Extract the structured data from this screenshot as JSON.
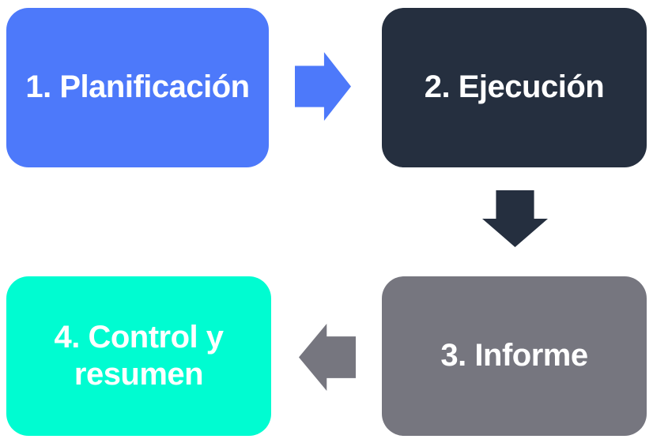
{
  "diagram": {
    "background_color": "#ffffff",
    "text_color": "#ffffff",
    "steps": [
      {
        "label": "1. Planificación",
        "color": "#4d79fa",
        "position": "top-left"
      },
      {
        "label": "2. Ejecución",
        "color": "#252f3f",
        "position": "top-right"
      },
      {
        "label": "3. Informe",
        "color": "#76767f",
        "position": "bottom-right"
      },
      {
        "label": "4. Control y resumen",
        "color": "#00fcd1",
        "position": "bottom-left"
      }
    ],
    "arrows": [
      {
        "name": "arrow-right",
        "direction": "right",
        "from": "1. Planificación",
        "to": "2. Ejecución",
        "color": "#4d79fa"
      },
      {
        "name": "arrow-down",
        "direction": "down",
        "from": "2. Ejecución",
        "to": "3. Informe",
        "color": "#252f3f"
      },
      {
        "name": "arrow-left",
        "direction": "left",
        "from": "3. Informe",
        "to": "4. Control y resumen",
        "color": "#76767f"
      }
    ]
  }
}
